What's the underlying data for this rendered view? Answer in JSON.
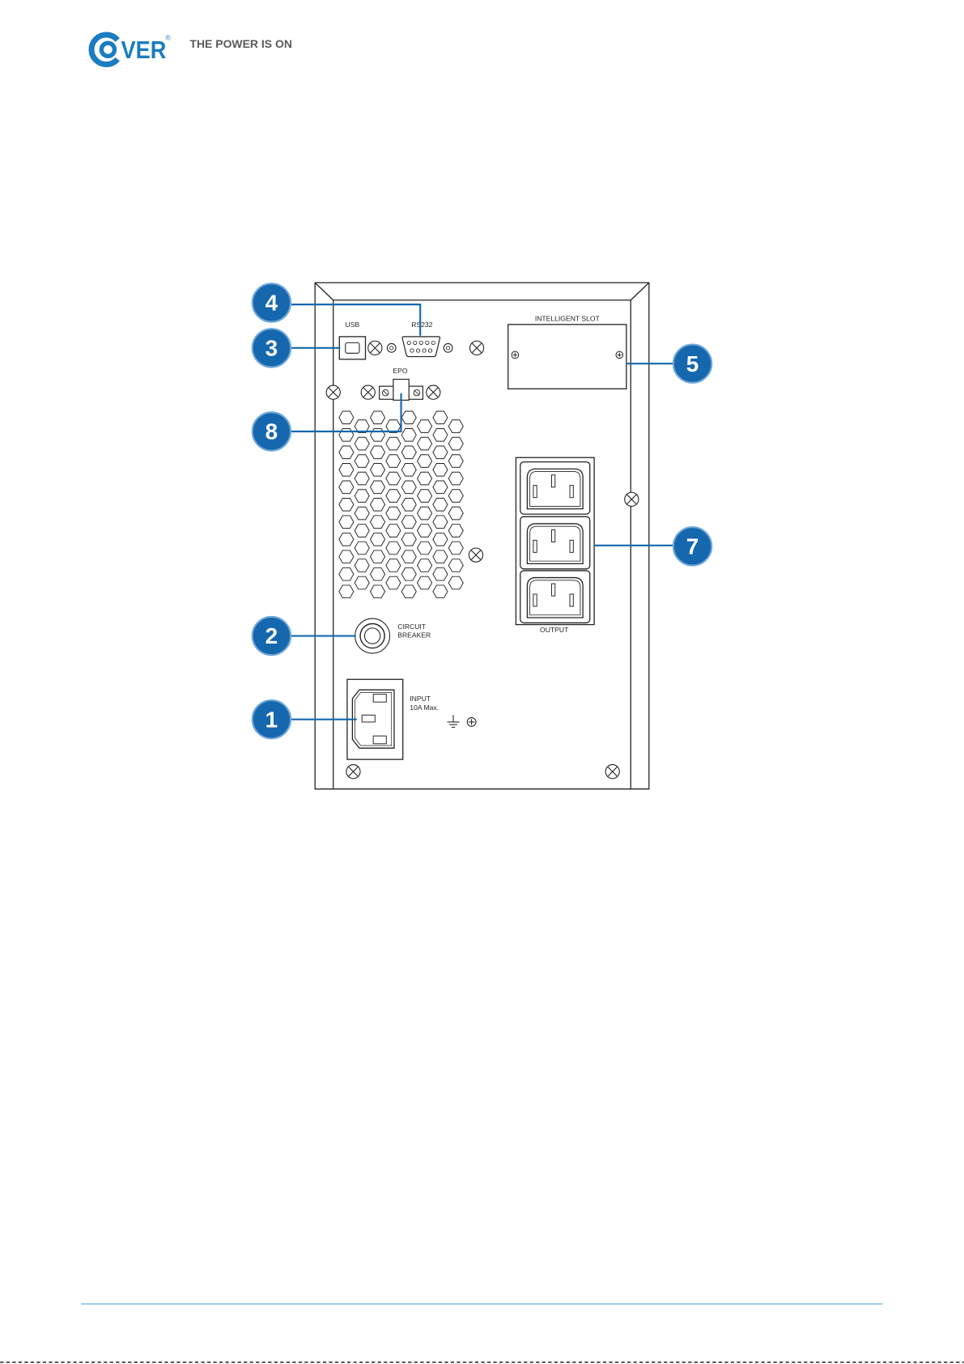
{
  "brand": {
    "name": "COVER",
    "registered": "®",
    "tagline": "THE POWER IS ON",
    "color": "#1a7cc1"
  },
  "diagram": {
    "labels": {
      "usb": "USB",
      "rs232": "RS232",
      "epo": "EPO",
      "intelligent_slot": "INTELLIGENT SLOT",
      "output": "OUTPUT",
      "circuit_breaker": [
        "CIRCUIT",
        "BREAKER"
      ],
      "input": [
        "INPUT",
        "10A Max."
      ]
    },
    "callouts": {
      "input": "1",
      "circuit_breaker": "2",
      "usb": "3",
      "rs232": "4",
      "intelligent_slot": "5",
      "output": "7",
      "epo": "8"
    },
    "callout_color": "#1567ae",
    "footer_rule_color": "#3ea0d5"
  }
}
